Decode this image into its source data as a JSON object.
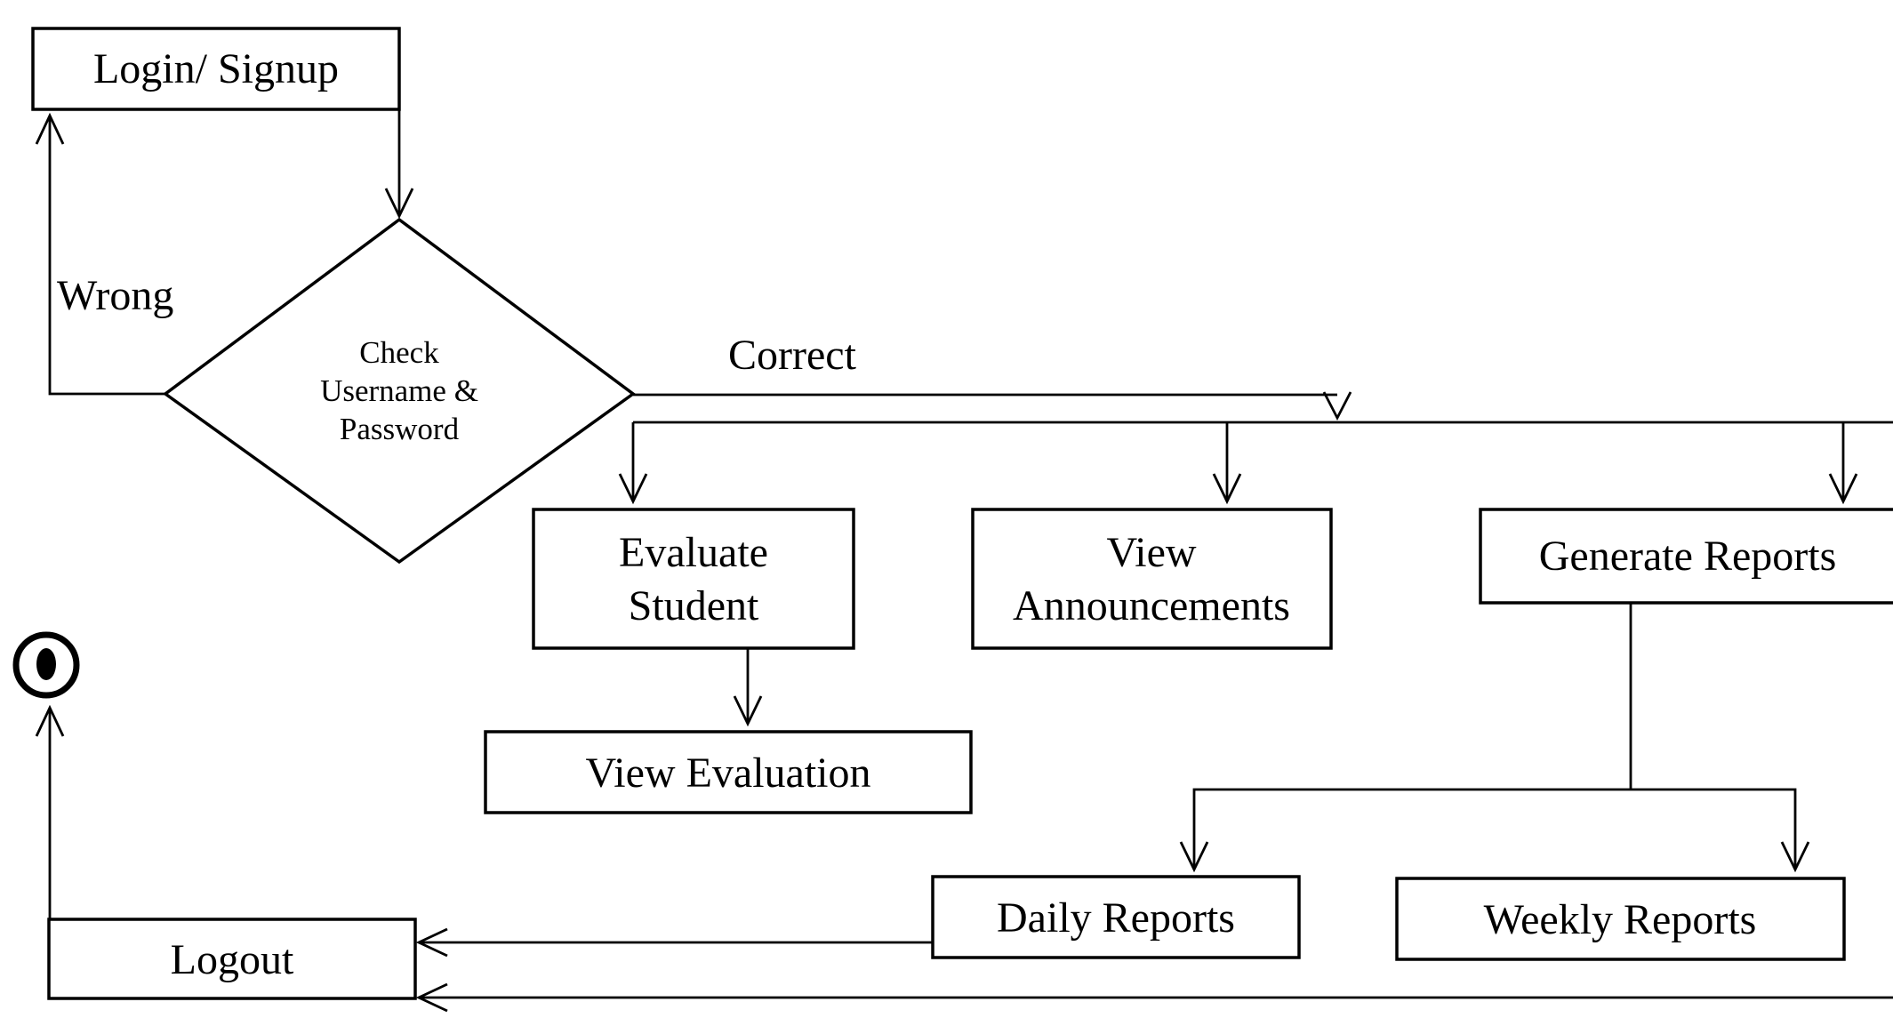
{
  "diagram": {
    "nodes": {
      "login": "Login/ Signup",
      "check_line1": "Check",
      "check_line2": "Username &",
      "check_line3": "Password",
      "evaluate_line1": "Evaluate",
      "evaluate_line2": "Student",
      "view_announcements_line1": "View",
      "view_announcements_line2": "Announcements",
      "generate_reports": "Generate Reports",
      "view_evaluation": "View Evaluation",
      "daily_reports": "Daily Reports",
      "weekly_reports": "Weekly Reports",
      "logout": "Logout"
    },
    "edge_labels": {
      "wrong": "Wrong",
      "correct": "Correct"
    }
  }
}
